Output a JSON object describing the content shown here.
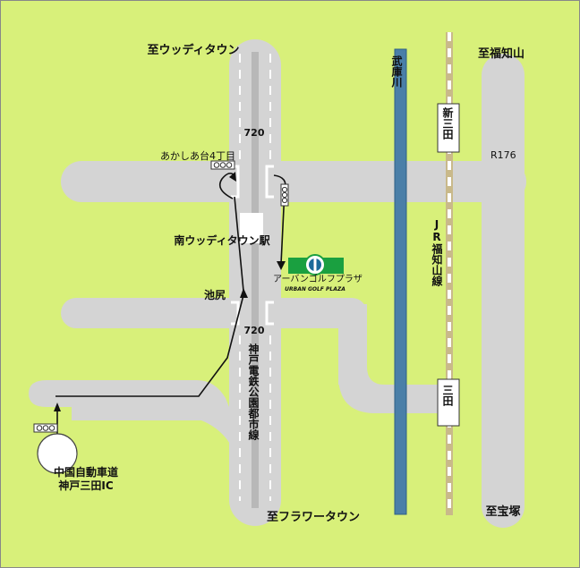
{
  "labels": {
    "to_woody_town": "至ウッディタウン",
    "to_fukuchiyama": "至福知山",
    "to_flower_town": "至フラワータウン",
    "to_takarazuka": "至宝塚",
    "route_720_top": "720",
    "route_720_bottom": "720",
    "r176": "R176",
    "akashi_4": "あかしあ台4丁目",
    "minami_woody_station": "南ウッディタウン駅",
    "ikejiri": "池尻",
    "ic_line1": "中国自動車道",
    "ic_line2": "神戸三田IC",
    "urban_golf": "アーバンゴルフプラザ",
    "urban_golf_en": "URBAN GOLF PLAZA",
    "muko_river": "武庫川",
    "shin_sanda": "新三田",
    "sanda": "三田",
    "jr_line": "JR福知山線",
    "kobe_line": "神戸電鉄公園都市線"
  },
  "colors": {
    "background": "#d8f07a",
    "road": "#d4d4d4",
    "river": "#4a7fa8",
    "logo_green": "#1aa040"
  }
}
